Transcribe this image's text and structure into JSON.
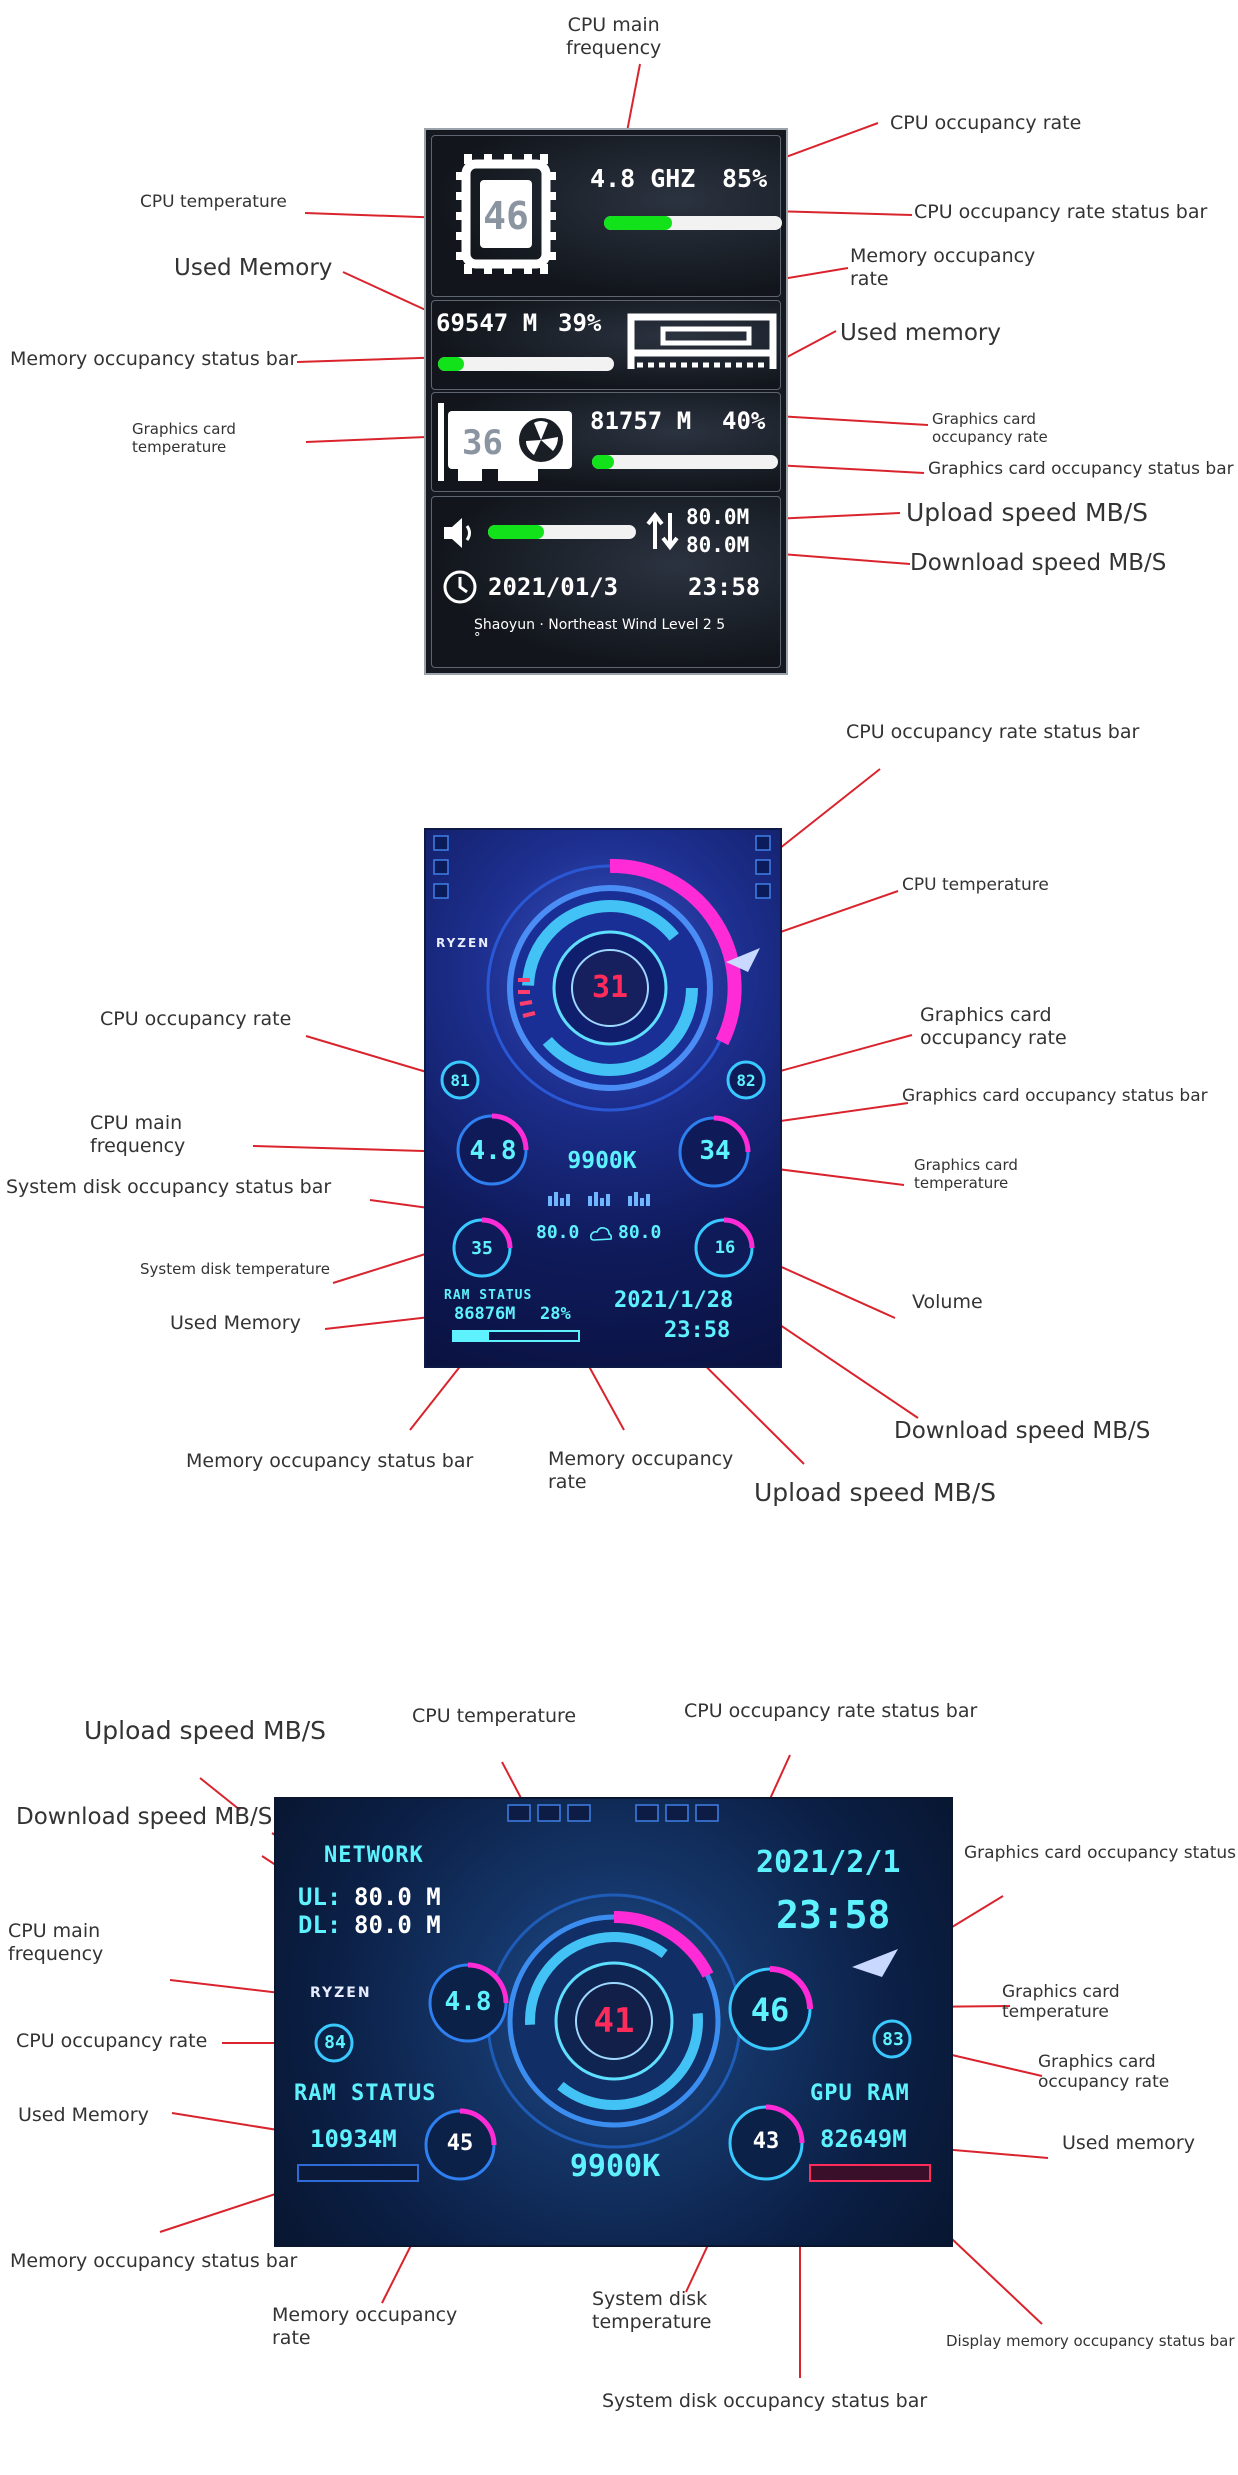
{
  "panel1": {
    "cpu_value": "46",
    "cpu_freq": "4.8 GHZ",
    "cpu_pct": "85%",
    "cpu_bar": 0.38,
    "mem_used": "69547 M",
    "mem_pct": "39%",
    "mem_bar": 0.15,
    "gpu_temp": "36",
    "gpu_used": "81757 M",
    "gpu_pct": "40%",
    "gpu_bar": 0.12,
    "volume_bar": 0.38,
    "upload": "80.0M",
    "download": "80.0M",
    "date": "2021/01/3",
    "time": "23:58",
    "weather": "Shaoyun · Northeast Wind Level 2 5",
    "weather_tail": "°",
    "labels": {
      "cpu_freq": [
        "CPU main",
        "frequency"
      ],
      "cpu_rate": "CPU occupancy rate",
      "cpu_temp": "CPU temperature",
      "cpu_bar": "CPU occupancy rate status bar",
      "used_memory": "Used Memory",
      "mem_rate": [
        "Memory occupancy",
        "rate"
      ],
      "mem_bar": "Memory occupancy status bar",
      "used_memory_gpu": "Used memory",
      "gpu_temp": [
        "Graphics card",
        "temperature"
      ],
      "gpu_rate": [
        "Graphics card",
        "occupancy rate"
      ],
      "gpu_bar": "Graphics card occupancy status bar",
      "upload": "Upload speed MB/S",
      "download": "Download speed MB/S"
    }
  },
  "panel2": {
    "brand": "RYZEN",
    "cpu_temp": "31",
    "cpu_rate": "81",
    "cpu_freq": "4.8",
    "model": "9900K",
    "gpu_rate": "82",
    "gpu_temp": "34",
    "disk_temp": "35",
    "net_left": "80.0",
    "net_right": "80.0",
    "volume": "16",
    "ram_title": "RAM STATUS",
    "ram_used": "86876M",
    "ram_pct": "28%",
    "ram_bar": 0.28,
    "date": "2021/1/28",
    "time": "23:58",
    "labels": {
      "cpu_bar": "CPU occupancy rate status bar",
      "cpu_temp": "CPU temperature",
      "cpu_rate": "CPU occupancy rate",
      "gpu_rate": [
        "Graphics card",
        "occupancy rate"
      ],
      "gpu_bar": "Graphics card occupancy status bar",
      "cpu_freq": [
        "CPU main",
        "frequency"
      ],
      "gpu_temp": [
        "Graphics card",
        "temperature"
      ],
      "disk_bar": "System disk occupancy status bar",
      "disk_temp": "System disk temperature",
      "used_memory": "Used Memory",
      "volume": "Volume",
      "download": "Download speed MB/S",
      "mem_bar": "Memory occupancy status bar",
      "mem_rate": [
        "Memory occupancy",
        "rate"
      ],
      "upload": "Upload speed MB/S"
    }
  },
  "panel3": {
    "network_title": "NETWORK",
    "ul_label": "UL:",
    "ul_value": "80.0 M",
    "dl_label": "DL:",
    "dl_value": "80.0 M",
    "date": "2021/2/1",
    "time": "23:58",
    "brand": "RYZEN",
    "cpu_freq": "4.8",
    "cpu_rate": "84",
    "cpu_temp": "41",
    "gpu_temp": "46",
    "gpu_rate": "83",
    "ram_title": "RAM STATUS",
    "gpu_ram_title": "GPU RAM",
    "ram_used": "10934M",
    "ram_pct": "45",
    "model": "9900K",
    "disk_temp": "43",
    "gpu_ram_used": "82649M",
    "labels": {
      "upload": "Upload speed MB/S",
      "cpu_temp": "CPU temperature",
      "cpu_bar": "CPU occupancy rate status bar",
      "download": "Download speed MB/S",
      "gpu_bar": "Graphics card occupancy status bar",
      "cpu_freq": [
        "CPU main",
        "frequency"
      ],
      "gpu_temp": [
        "Graphics card",
        "temperature"
      ],
      "cpu_rate": "CPU occupancy rate",
      "gpu_rate": [
        "Graphics card",
        "occupancy rate"
      ],
      "used_memory": "Used Memory",
      "used_memory_gpu": "Used memory",
      "mem_bar": "Memory occupancy status bar",
      "mem_rate": [
        "Memory occupancy",
        "rate"
      ],
      "disk_temp": [
        "System disk",
        "temperature"
      ],
      "vram_bar": "Display memory occupancy status bar",
      "disk_bar": "System disk occupancy status bar"
    }
  },
  "colors": {
    "leader": "#d9232d",
    "green_bar": "#11e21a",
    "neon_cyan": "#5ef2ff",
    "neon_magenta": "#ff2bd6",
    "neon_red": "#ff2b5a"
  }
}
